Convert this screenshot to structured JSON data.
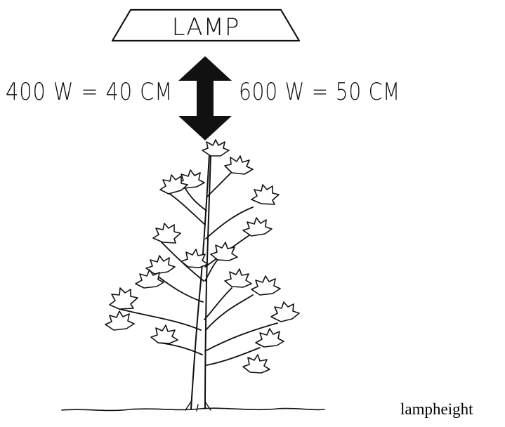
{
  "lamp": {
    "label": "LAMP"
  },
  "specs": {
    "left": "400 W = 40 CM",
    "right": "600 W = 50 CM"
  },
  "caption": "lampheight",
  "colors": {
    "ink": "#111111",
    "background": "#ffffff",
    "caption": "#000000"
  },
  "icons": {
    "lamp": "lamp-hood-icon",
    "distance": "double-arrow-icon",
    "plant": "plant-illustration"
  }
}
